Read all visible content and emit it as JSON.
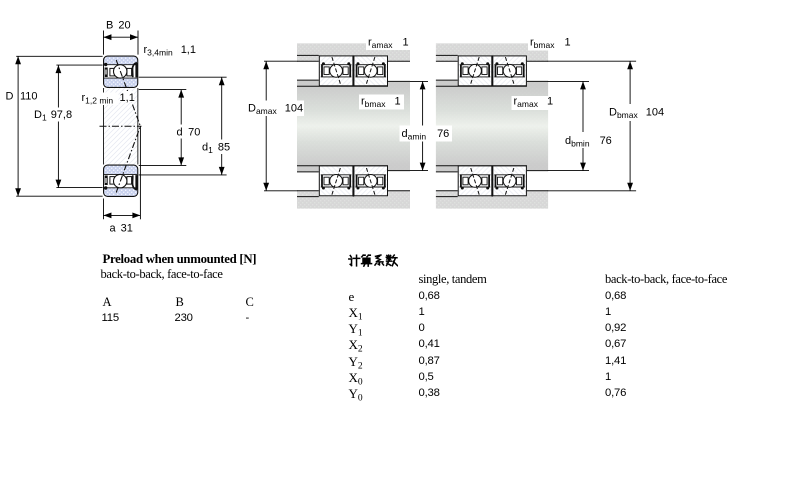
{
  "drawing": {
    "left_figure": {
      "B": {
        "name": "B",
        "value": "20"
      },
      "r34": {
        "name": "r",
        "sub": "3,4min",
        "value": "1,1"
      },
      "D": {
        "name": "D",
        "value": "110"
      },
      "D1": {
        "name": "D",
        "sub": "1",
        "value": "97,8"
      },
      "r12": {
        "name": "r",
        "sub": "1,2 min",
        "value": "1,1"
      },
      "d": {
        "name": "d",
        "value": "70"
      },
      "d1": {
        "name": "d",
        "sub": "1",
        "value": "85"
      },
      "a": {
        "name": "a",
        "value": "31"
      }
    },
    "back_to_back_figure": {
      "ra": {
        "name": "r",
        "sub": "amax",
        "value": "1"
      },
      "rb": {
        "name": "r",
        "sub": "bmax",
        "value": "1"
      },
      "Da": {
        "name": "D",
        "sub": "amax",
        "value": "104"
      },
      "da": {
        "name": "d",
        "sub": "amin",
        "value": "76"
      }
    },
    "face_to_face_figure": {
      "rb": {
        "name": "r",
        "sub": "bmax",
        "value": "1"
      },
      "ra": {
        "name": "r",
        "sub": "amax",
        "value": "1"
      },
      "Db": {
        "name": "D",
        "sub": "bmax",
        "value": "104"
      },
      "db": {
        "name": "d",
        "sub": "bmin",
        "value": "76"
      }
    }
  },
  "preload_table": {
    "title": "Preload when unmounted [N]",
    "subtitle": "back-to-back, face-to-face",
    "columns": [
      "A",
      "B",
      "C"
    ],
    "values": [
      "115",
      "230",
      "-"
    ]
  },
  "factors_table": {
    "title": "计算系数",
    "col1_header": "single, tandem",
    "col2_header": "back-to-back, face-to-face",
    "rows": [
      {
        "label": "e",
        "sub": "",
        "single": "0,68",
        "paired": "0,68"
      },
      {
        "label": "X",
        "sub": "1",
        "single": "1",
        "paired": "1"
      },
      {
        "label": "Y",
        "sub": "1",
        "single": "0",
        "paired": "0,92"
      },
      {
        "label": "X",
        "sub": "2",
        "single": "0,41",
        "paired": "0,67"
      },
      {
        "label": "Y",
        "sub": "2",
        "single": "0,87",
        "paired": "1,41"
      },
      {
        "label": "X",
        "sub": "0",
        "single": "0,5",
        "paired": "1"
      },
      {
        "label": "Y",
        "sub": "0",
        "single": "0,38",
        "paired": "0,76"
      }
    ]
  }
}
